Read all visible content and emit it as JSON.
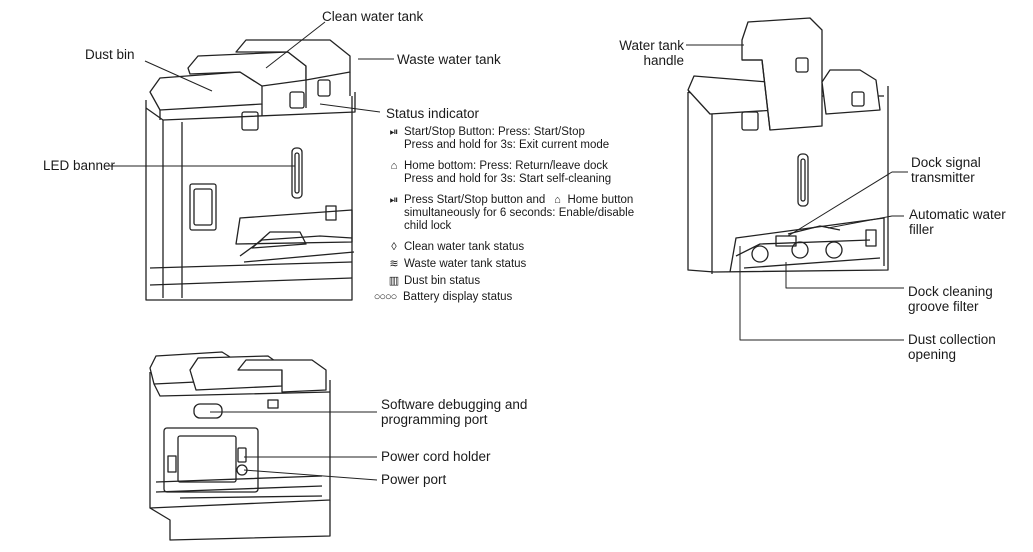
{
  "callouts": {
    "dust_bin": "Dust bin",
    "clean_water_tank": "Clean water tank",
    "waste_water_tank": "Waste water tank",
    "led_banner": "LED banner",
    "status_indicator": "Status indicator",
    "water_tank_handle_1": "Water tank",
    "water_tank_handle_2": "handle",
    "dock_signal_1": "Dock signal",
    "dock_signal_2": "transmitter",
    "auto_water_1": "Automatic water",
    "auto_water_2": "filler",
    "groove_filter_1": "Dock cleaning",
    "groove_filter_2": "groove filter",
    "dust_opening_1": "Dust collection",
    "dust_opening_2": "opening",
    "software_port_1": "Software debugging and",
    "software_port_2": "programming port",
    "cord_holder": "Power cord holder",
    "power_port": "Power port"
  },
  "status_items": {
    "start_stop_1": "Start/Stop Button: Press: Start/Stop",
    "start_stop_2": "Press and hold for 3s: Exit current mode",
    "home_1": "Home bottom: Press: Return/leave dock",
    "home_2": "Press and hold for 3s: Start self-cleaning",
    "lock_1a": "Press Start/Stop button and",
    "lock_1b": "Home button",
    "lock_2": "simultaneously for 6 seconds: Enable/disable",
    "lock_3": "child lock",
    "clean_status": "Clean water tank status",
    "waste_status": "Waste water tank status",
    "dust_status": "Dust bin status",
    "battery_status": "Battery display status"
  },
  "icons": {
    "start_stop": "start-stop-icon",
    "home": "home-icon",
    "clean_water": "water-drop-icon",
    "waste_water": "waste-water-icon",
    "dust_bin": "dust-bin-icon",
    "battery": "battery-dots-icon"
  }
}
